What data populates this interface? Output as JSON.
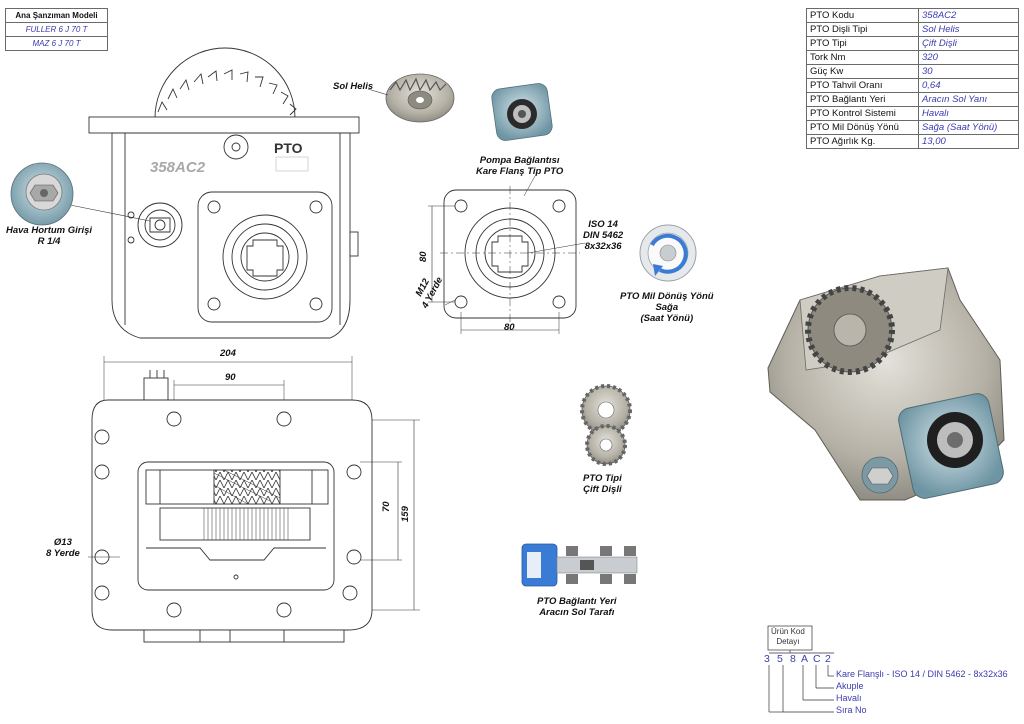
{
  "model_table": {
    "header": "Ana Şanzıman Modeli",
    "rows": [
      "FULLER 6 J 70 T",
      "MAZ 6 J 70 T"
    ]
  },
  "spec_table": [
    {
      "key": "PTO Kodu",
      "value": "358AC2"
    },
    {
      "key": "PTO Dişli Tipi",
      "value": "Sol Helis"
    },
    {
      "key": "PTO Tipi",
      "value": "Çift Dişli"
    },
    {
      "key": "Tork Nm",
      "value": "320"
    },
    {
      "key": "Güç Kw",
      "value": "30"
    },
    {
      "key": "PTO Tahvil Oranı",
      "value": "0,64"
    },
    {
      "key": "PTO Bağlantı Yeri",
      "value": "Aracın Sol Yanı"
    },
    {
      "key": "PTO Kontrol Sistemi",
      "value": "Havalı"
    },
    {
      "key": "PTO Mil Dönüş Yönü",
      "value": "Sağa (Saat Yönü)"
    },
    {
      "key": "PTO Ağırlık Kg.",
      "value": "13,00"
    }
  ],
  "labels": {
    "sol_helis": "Sol Helis",
    "pompa_line1": "Pompa Bağlantısı",
    "pompa_line2": "Kare Flanş Tip PTO",
    "hava_line1": "Hava Hortum Girişi",
    "hava_line2": "R 1/4",
    "iso_line1": "ISO 14",
    "iso_line2": "DIN 5462",
    "iso_line3": "8x32x36",
    "mil_line1": "PTO Mil Dönüş Yönü",
    "mil_line2": "Sağa",
    "mil_line3": "(Saat Yönü)",
    "tip_line1": "PTO Tipi",
    "tip_line2": "Çift Dişli",
    "yer_line1": "PTO Bağlantı Yeri",
    "yer_line2": "Aracın Sol Tarafı",
    "m12_line1": "M12",
    "m12_line2": "4 Yerde",
    "d13_line1": "Ø13",
    "d13_line2": "8 Yerde",
    "housing_code": "358AC2",
    "logo": "PTO"
  },
  "dimensions": {
    "d204": "204",
    "d90": "90",
    "d70": "70",
    "d159": "159",
    "flange_h": "80",
    "flange_w": "80"
  },
  "code_detail": {
    "title_line1": "Ürün Kod",
    "title_line2": "Detayı",
    "chars": [
      "3",
      "5",
      "8",
      "A",
      "C",
      "2"
    ],
    "legend": [
      "Kare Flanşlı - ISO 14 / DIN 5462 - 8x32x36",
      "Akuple",
      "Havalı",
      "Sıra No"
    ]
  },
  "colors": {
    "accent_text": "#3b3bb0",
    "line": "#333333",
    "metal": "#b9b6ad",
    "blue_truck": "#3a7bd5"
  }
}
